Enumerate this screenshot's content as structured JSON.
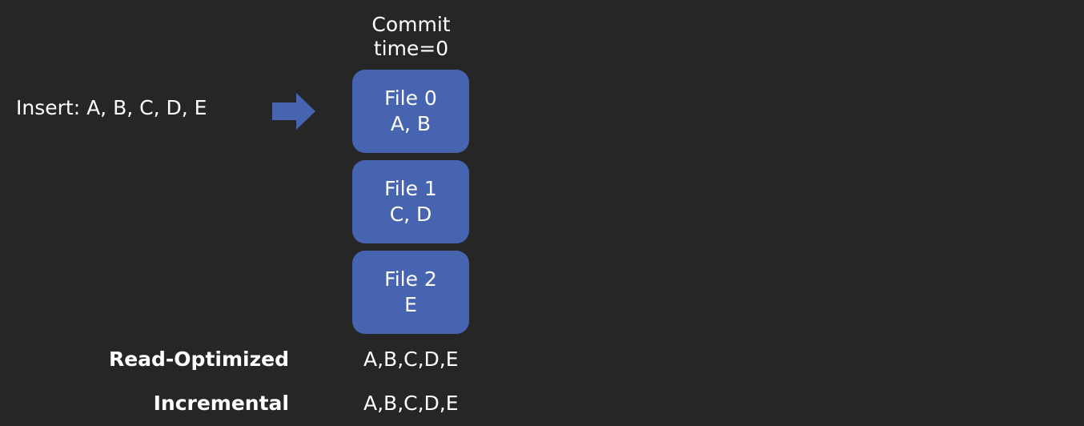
{
  "insert_label": "Insert: A, B, C, D, E",
  "commit_header": {
    "line1": "Commit",
    "line2": "time=0"
  },
  "files": [
    {
      "name": "File 0",
      "records": "A, B"
    },
    {
      "name": "File 1",
      "records": "C, D"
    },
    {
      "name": "File 2",
      "records": "E"
    }
  ],
  "results": [
    {
      "label": "Read-Optimized",
      "value": "A,B,C,D,E"
    },
    {
      "label": "Incremental",
      "value": "A,B,C,D,E"
    }
  ],
  "colors": {
    "background": "#262626",
    "file_block": "#4764b0",
    "arrow": "#4764b0",
    "text": "#ffffff"
  },
  "icons": {
    "arrow": "right-arrow-icon"
  }
}
